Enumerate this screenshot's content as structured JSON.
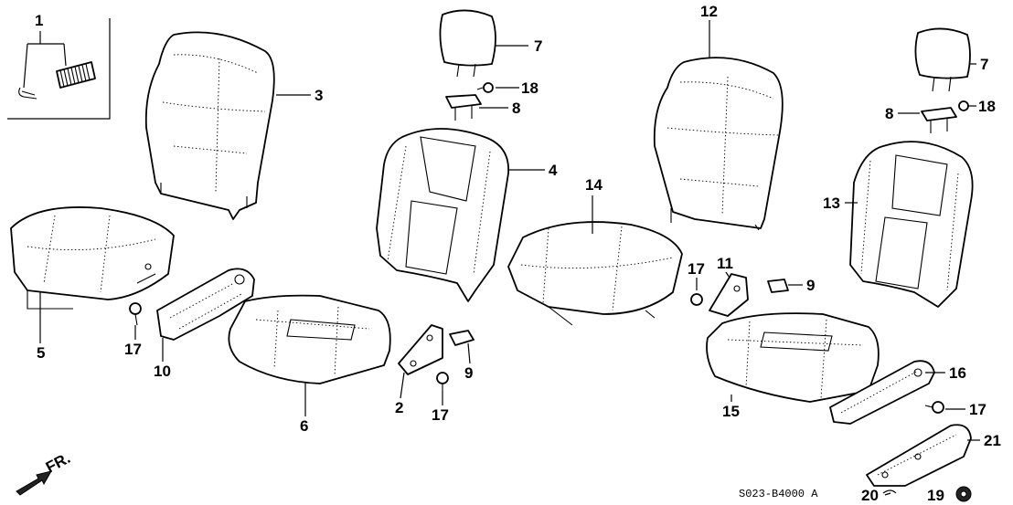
{
  "diagram": {
    "part_numbers": [
      "1",
      "2",
      "3",
      "4",
      "5",
      "6",
      "7",
      "8",
      "9",
      "10",
      "11",
      "12",
      "13",
      "14",
      "15",
      "16",
      "17",
      "18",
      "19",
      "20",
      "21"
    ],
    "callouts": {
      "c1": "1",
      "c3": "3",
      "c4": "4",
      "c5": "5",
      "c6": "6",
      "c7a": "7",
      "c7b": "7",
      "c8a": "8",
      "c8b": "8",
      "c9a": "9",
      "c9b": "9",
      "c10": "10",
      "c11": "11",
      "c12": "12",
      "c13": "13",
      "c14": "14",
      "c15": "15",
      "c16": "16",
      "c17a": "17",
      "c17b": "17",
      "c17c": "17",
      "c17d": "17",
      "c18a": "18",
      "c18b": "18",
      "c19": "19",
      "c2": "2",
      "c20": "20",
      "c21": "21"
    },
    "direction_label": "FR.",
    "drawing_code": "S023-B4000 A"
  }
}
